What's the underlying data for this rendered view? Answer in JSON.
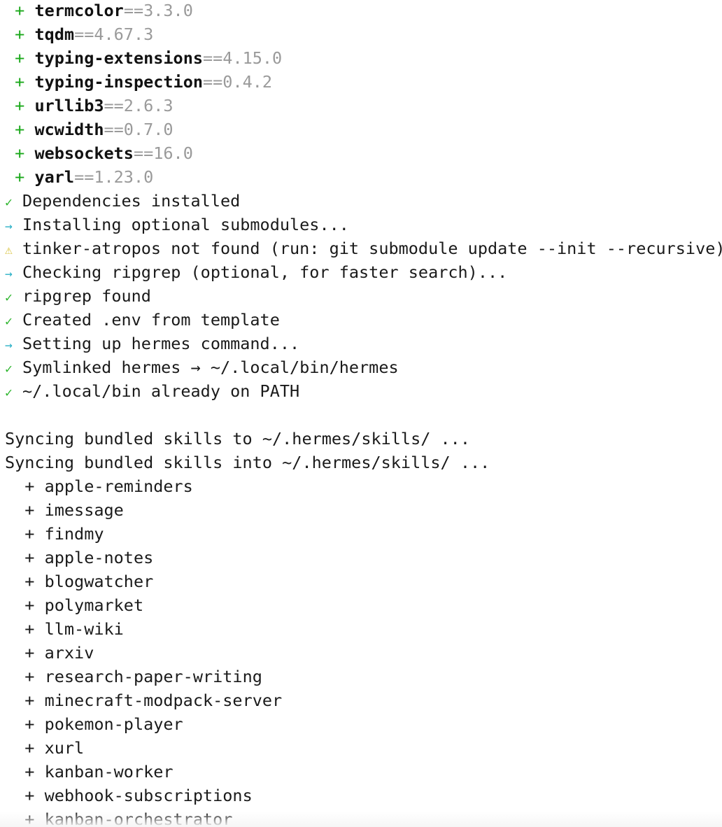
{
  "symbols": {
    "plus": "+",
    "check": "✓",
    "arrow": "→",
    "warning": "⚠"
  },
  "packages": [
    {
      "name": "termcolor",
      "version": "==3.3.0"
    },
    {
      "name": "tqdm",
      "version": "==4.67.3"
    },
    {
      "name": "typing-extensions",
      "version": "==4.15.0"
    },
    {
      "name": "typing-inspection",
      "version": "==0.4.2"
    },
    {
      "name": "urllib3",
      "version": "==2.6.3"
    },
    {
      "name": "wcwidth",
      "version": "==0.7.0"
    },
    {
      "name": "websockets",
      "version": "==16.0"
    },
    {
      "name": "yarl",
      "version": "==1.23.0"
    }
  ],
  "status": [
    {
      "icon": "check",
      "text": "Dependencies installed"
    },
    {
      "icon": "arrow",
      "text": "Installing optional submodules..."
    },
    {
      "icon": "warning",
      "text": "tinker-atropos not found (run: git submodule update --init --recursive)"
    },
    {
      "icon": "arrow",
      "text": "Checking ripgrep (optional, for faster search)..."
    },
    {
      "icon": "check",
      "text": "ripgrep found"
    },
    {
      "icon": "check",
      "text": "Created .env from template"
    },
    {
      "icon": "arrow",
      "text": "Setting up hermes command..."
    },
    {
      "icon": "check",
      "text": "Symlinked hermes → ~/.local/bin/hermes"
    },
    {
      "icon": "check",
      "text": "~/.local/bin already on PATH"
    }
  ],
  "sync_lines": [
    "Syncing bundled skills to ~/.hermes/skills/ ...",
    "Syncing bundled skills into ~/.hermes/skills/ ..."
  ],
  "skills": [
    "apple-reminders",
    "imessage",
    "findmy",
    "apple-notes",
    "blogwatcher",
    "polymarket",
    "llm-wiki",
    "arxiv",
    "research-paper-writing",
    "minecraft-modpack-server",
    "pokemon-player",
    "xurl",
    "kanban-worker",
    "webhook-subscriptions",
    "kanban-orchestrator"
  ],
  "colors": {
    "background": "#ffffff",
    "text": "#1a1a1a",
    "package_plus": "#1aa81a",
    "version": "#9a9a9a",
    "check": "#2db52d",
    "arrow": "#29b0c6",
    "warning": "#d8c23a"
  }
}
